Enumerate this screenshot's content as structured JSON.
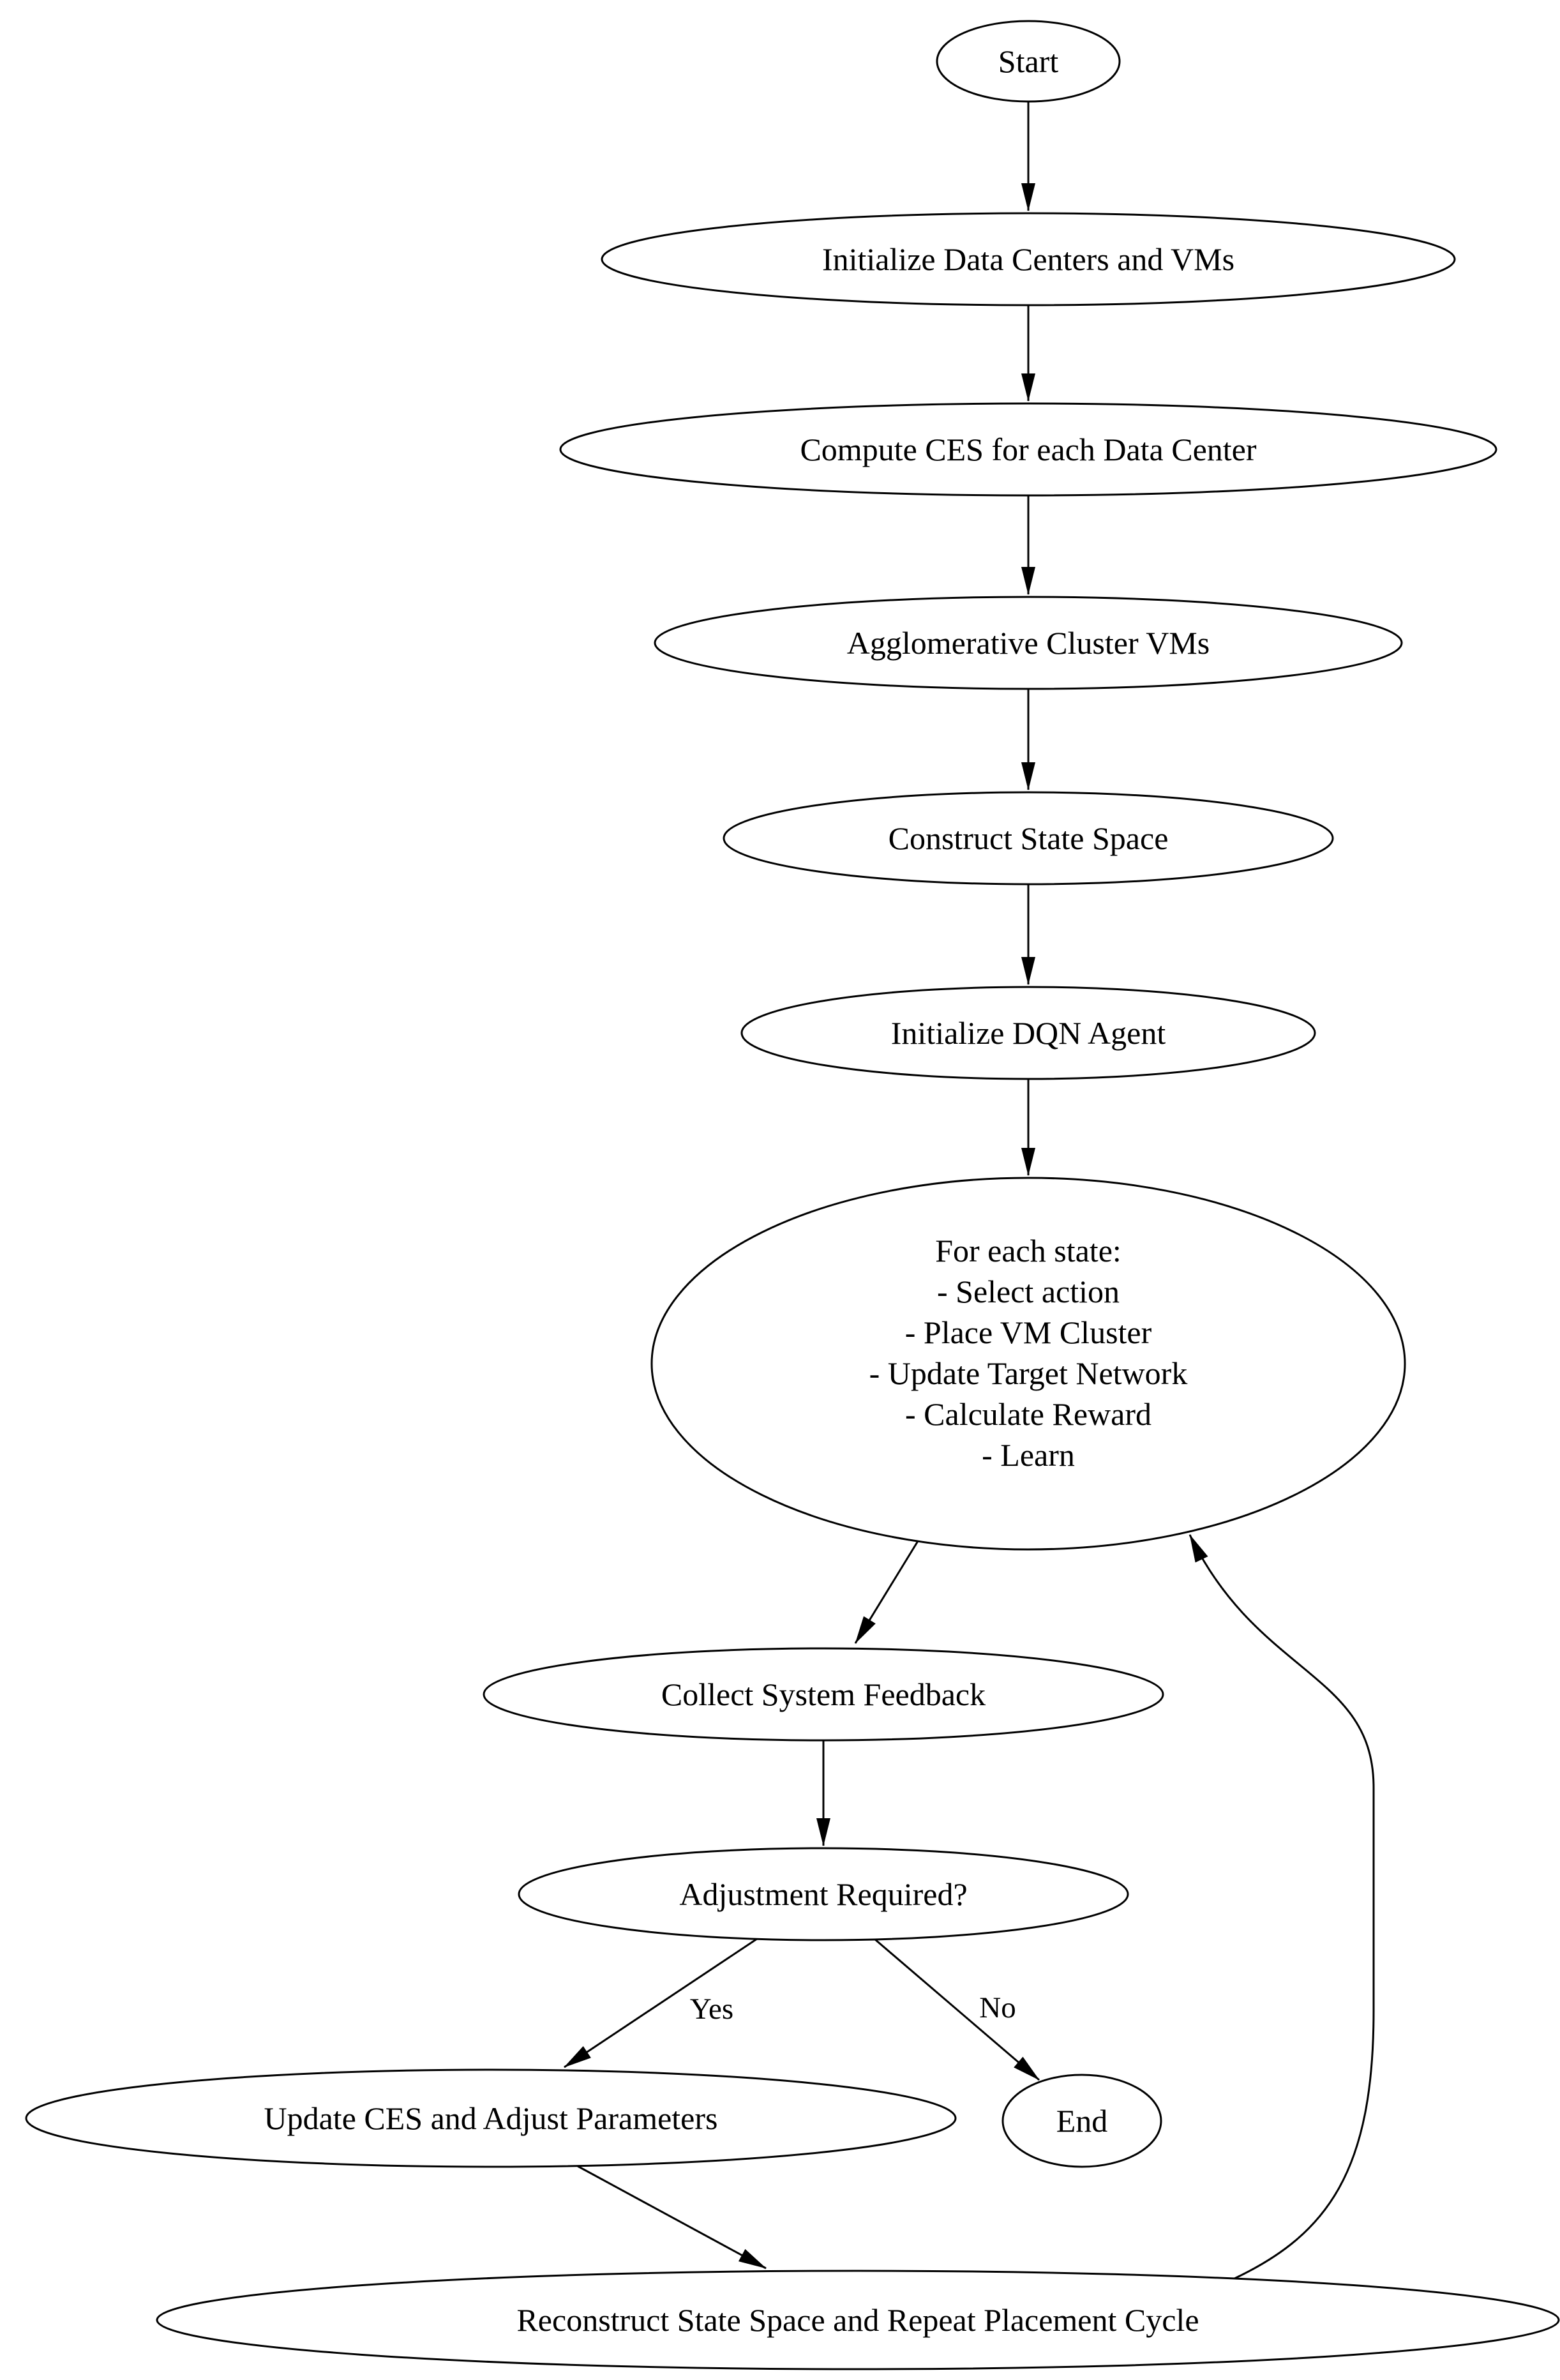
{
  "diagram": {
    "type": "flowchart",
    "background": "#ffffff",
    "stroke_color": "#000000",
    "text_color": "#000000",
    "nodes": {
      "start": {
        "label": "Start"
      },
      "init_dc": {
        "label": "Initialize Data Centers and VMs"
      },
      "compute_ces": {
        "label": "Compute CES for each Data Center"
      },
      "agglomerative": {
        "label": "Agglomerative Cluster VMs"
      },
      "construct_state": {
        "label": "Construct State Space"
      },
      "init_dqn": {
        "label": "Initialize DQN Agent"
      },
      "for_each_state": {
        "lines": [
          "For each state:",
          "- Select action",
          "- Place VM Cluster",
          "- Update Target Network",
          "- Calculate Reward",
          "- Learn"
        ]
      },
      "collect_feedback": {
        "label": "Collect System Feedback"
      },
      "adjustment": {
        "label": "Adjustment Required?"
      },
      "update_ces": {
        "label": "Update CES and Adjust Parameters"
      },
      "end": {
        "label": "End"
      },
      "reconstruct": {
        "label": "Reconstruct State Space and Repeat Placement Cycle"
      }
    },
    "edge_labels": {
      "yes": "Yes",
      "no": "No"
    }
  }
}
